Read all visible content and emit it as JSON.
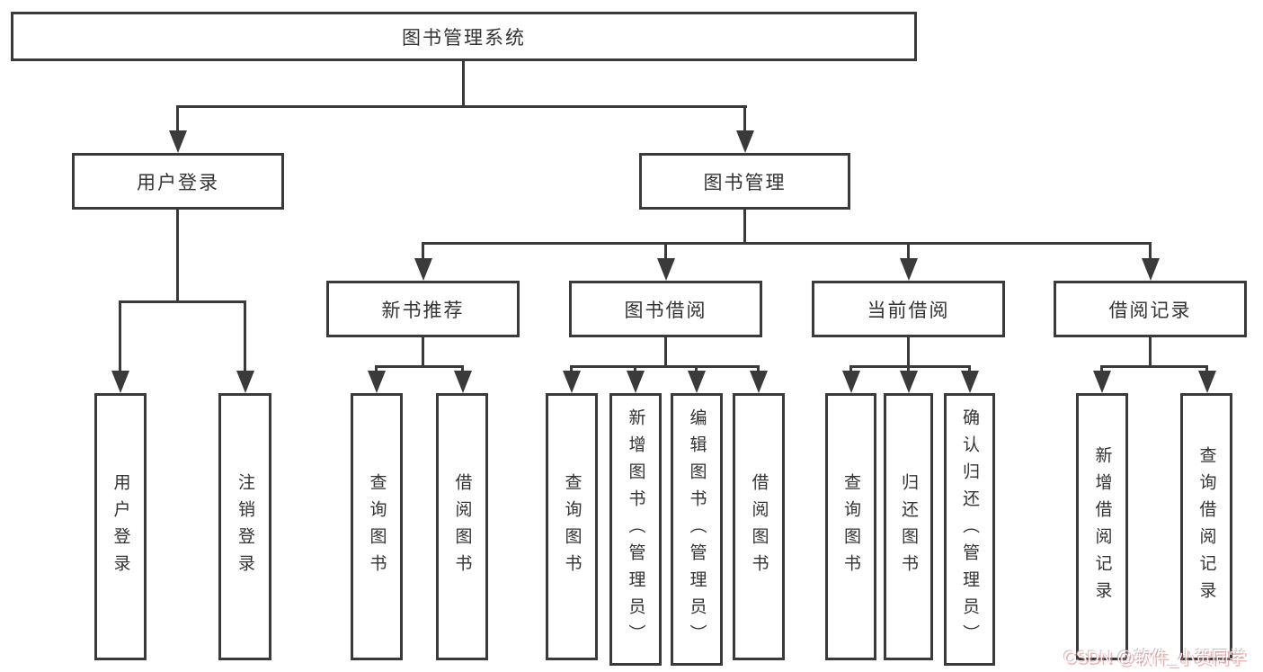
{
  "colors": {
    "line": "#3a3a3a",
    "text": "#333333",
    "box_background": "#ffffff",
    "watermark_pink": "#fa6a6a"
  },
  "tree": {
    "label": "图书管理系统",
    "children": [
      {
        "label": "用户登录",
        "children": [
          {
            "label": "用户登录"
          },
          {
            "label": "注销登录"
          }
        ]
      },
      {
        "label": "图书管理",
        "children": [
          {
            "label": "新书推荐",
            "children": [
              {
                "label": "查询图书"
              },
              {
                "label": "借阅图书"
              }
            ]
          },
          {
            "label": "图书借阅",
            "children": [
              {
                "label": "查询图书"
              },
              {
                "label": "新增图书（管理员）"
              },
              {
                "label": "编辑图书（管理员）"
              },
              {
                "label": "借阅图书"
              }
            ]
          },
          {
            "label": "当前借阅",
            "children": [
              {
                "label": "查询图书"
              },
              {
                "label": "归还图书"
              },
              {
                "label": "确认归还（管理员）"
              }
            ]
          },
          {
            "label": "借阅记录",
            "children": [
              {
                "label": "新增借阅记录"
              },
              {
                "label": "查询借阅记录"
              }
            ]
          }
        ]
      }
    ]
  },
  "watermark": {
    "text": "CSDN @软件_小贺同学"
  }
}
